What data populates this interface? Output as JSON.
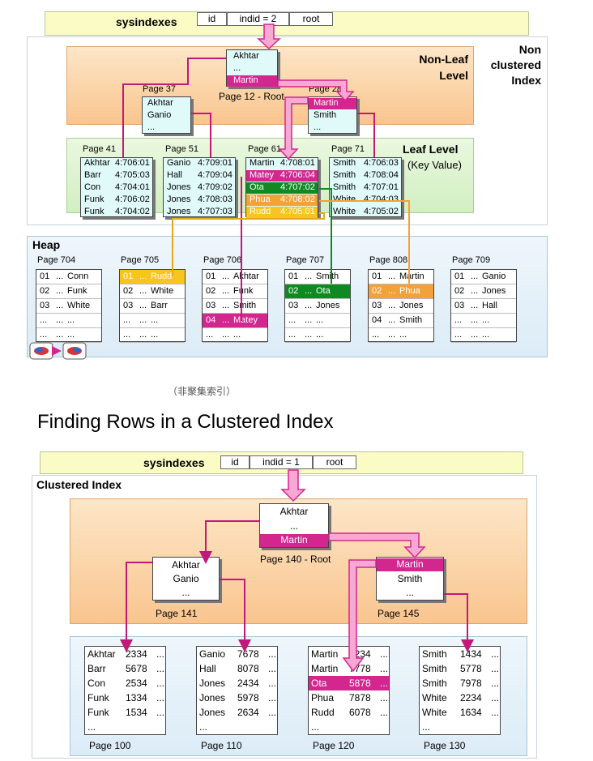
{
  "nonclustered": {
    "sysindexes_label": "sysindexes",
    "sys_cells": [
      "id",
      "indid = 2",
      "root"
    ],
    "corner_label": "Non\nclustered\nIndex",
    "nonleaf_label": "Non-Leaf\nLevel",
    "leaf_label": "Leaf Level",
    "leaf_sub": "(Key Value)",
    "heap_label": "Heap",
    "root": {
      "rows": [
        "Akhtar",
        "...",
        "Martin"
      ],
      "label": "Page 12 - Root"
    },
    "page37": {
      "label": "Page 37",
      "rows": [
        "Akhtar",
        "Ganio",
        "..."
      ]
    },
    "page28": {
      "label": "Page 28",
      "rows": [
        "Martin",
        "Smith",
        "..."
      ]
    },
    "leaf_pages": [
      {
        "label": "Page 41",
        "rows": [
          [
            "Akhtar",
            "4:706:01"
          ],
          [
            "Barr",
            "4:705:03"
          ],
          [
            "Con",
            "4:704:01"
          ],
          [
            "Funk",
            "4:706:02"
          ],
          [
            "Funk",
            "4:704:02"
          ]
        ]
      },
      {
        "label": "Page 51",
        "rows": [
          [
            "Ganio",
            "4:709:01"
          ],
          [
            "Hall",
            "4:709:04"
          ],
          [
            "Jones",
            "4:709:02"
          ],
          [
            "Jones",
            "4:708:03"
          ],
          [
            "Jones",
            "4:707:03"
          ]
        ]
      },
      {
        "label": "Page 61",
        "rows": [
          [
            "Martin",
            "4:708:01"
          ],
          [
            "Matey",
            "4:706:04"
          ],
          [
            "Ota",
            "4:707:02"
          ],
          [
            "Phua",
            "4:708:02"
          ],
          [
            "Rudd",
            "4:705:01"
          ]
        ]
      },
      {
        "label": "Page 71",
        "rows": [
          [
            "Smith",
            "4:706:03"
          ],
          [
            "Smith",
            "4:708:04"
          ],
          [
            "Smith",
            "4:707:01"
          ],
          [
            "White",
            "4:704:03"
          ],
          [
            "White",
            "4:705:02"
          ]
        ]
      }
    ],
    "heap_pages": [
      {
        "label": "Page 704",
        "rows": [
          [
            "01",
            "...",
            "Conn"
          ],
          [
            "02",
            "...",
            "Funk"
          ],
          [
            "03",
            "...",
            "White"
          ],
          [
            "...",
            "...",
            "..."
          ],
          [
            "...",
            "...",
            "..."
          ]
        ]
      },
      {
        "label": "Page 705",
        "rows": [
          [
            "01",
            "...",
            "Rudd"
          ],
          [
            "02",
            "...",
            "White"
          ],
          [
            "03",
            "...",
            "Barr"
          ],
          [
            "...",
            "...",
            "..."
          ],
          [
            "...",
            "...",
            "..."
          ]
        ]
      },
      {
        "label": "Page 706",
        "rows": [
          [
            "01",
            "...",
            "Akhtar"
          ],
          [
            "02",
            "...",
            "Funk"
          ],
          [
            "03",
            "...",
            "Smith"
          ],
          [
            "04",
            "...",
            "Matey"
          ],
          [
            "...",
            "...",
            "..."
          ]
        ]
      },
      {
        "label": "Page 707",
        "rows": [
          [
            "01",
            "...",
            "Smith"
          ],
          [
            "02",
            "...",
            "Ota"
          ],
          [
            "03",
            "...",
            "Jones"
          ],
          [
            "...",
            "...",
            "..."
          ],
          [
            "...",
            "...",
            "..."
          ]
        ]
      },
      {
        "label": "Page 808",
        "rows": [
          [
            "01",
            "...",
            "Martin"
          ],
          [
            "02",
            "...",
            "Phua"
          ],
          [
            "03",
            "...",
            "Jones"
          ],
          [
            "04",
            "...",
            "Smith"
          ],
          [
            "...",
            "...",
            "..."
          ]
        ]
      },
      {
        "label": "Page 709",
        "rows": [
          [
            "01",
            "...",
            "Ganio"
          ],
          [
            "02",
            "...",
            "Jones"
          ],
          [
            "03",
            "...",
            "Hall"
          ],
          [
            "...",
            "...",
            "..."
          ],
          [
            "...",
            "...",
            "..."
          ]
        ]
      }
    ]
  },
  "caption": "（非聚集索引）",
  "clustered": {
    "heading": "Finding Rows in a Clustered Index",
    "sysindexes_label": "sysindexes",
    "sys_cells": [
      "id",
      "indid = 1",
      "root"
    ],
    "panel_label": "Clustered Index",
    "root": {
      "rows": [
        "Akhtar",
        "...",
        "Martin"
      ],
      "label": "Page 140 - Root"
    },
    "page141": {
      "label": "Page 141",
      "rows": [
        "Akhtar",
        "Ganio",
        "..."
      ]
    },
    "page145": {
      "label": "Page 145",
      "rows": [
        "Martin",
        "Smith",
        "..."
      ]
    },
    "data_pages": [
      {
        "label": "Page 100",
        "rows": [
          [
            "Akhtar",
            "2334",
            "..."
          ],
          [
            "Barr",
            "5678",
            "..."
          ],
          [
            "Con",
            "2534",
            "..."
          ],
          [
            "Funk",
            "1334",
            "..."
          ],
          [
            "Funk",
            "1534",
            "..."
          ],
          [
            "...",
            "",
            ""
          ]
        ]
      },
      {
        "label": "Page 110",
        "rows": [
          [
            "Ganio",
            "7678",
            "..."
          ],
          [
            "Hall",
            "8078",
            "..."
          ],
          [
            "Jones",
            "2434",
            "..."
          ],
          [
            "Jones",
            "5978",
            "..."
          ],
          [
            "Jones",
            "2634",
            "..."
          ],
          [
            "...",
            "",
            ""
          ]
        ]
      },
      {
        "label": "Page 120",
        "rows": [
          [
            "Martin",
            "1234",
            "..."
          ],
          [
            "Martin",
            "7778",
            "..."
          ],
          [
            "Ota",
            "5878",
            "..."
          ],
          [
            "Phua",
            "7878",
            "..."
          ],
          [
            "Rudd",
            "6078",
            "..."
          ],
          [
            "...",
            "",
            ""
          ]
        ]
      },
      {
        "label": "Page 130",
        "rows": [
          [
            "Smith",
            "1434",
            "..."
          ],
          [
            "Smith",
            "5778",
            "..."
          ],
          [
            "Smith",
            "7978",
            "..."
          ],
          [
            "White",
            "2234",
            "..."
          ],
          [
            "White",
            "1634",
            "..."
          ],
          [
            "...",
            "",
            ""
          ]
        ]
      }
    ]
  },
  "colors": {
    "magenta": "#d4268f",
    "green": "#0f8a22",
    "orange": "#f2a23a",
    "yellow": "#f8c41e",
    "line": "#c2187a"
  }
}
